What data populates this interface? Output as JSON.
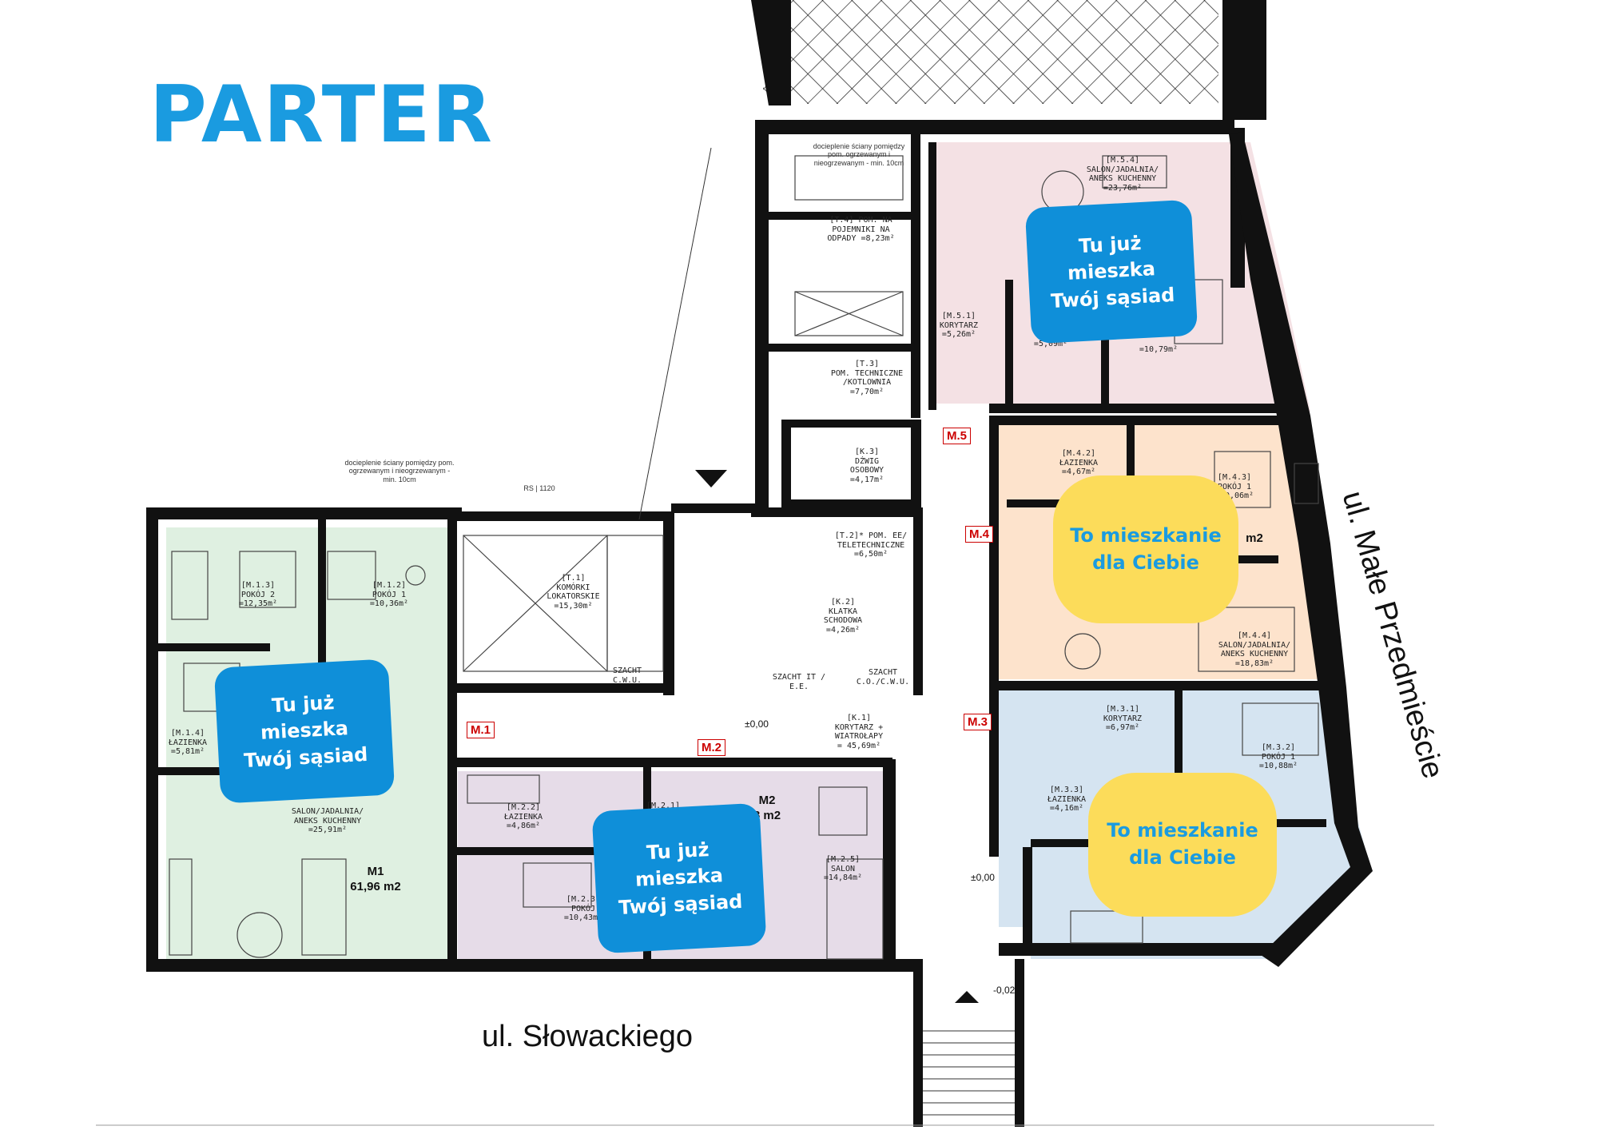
{
  "title": "PARTER",
  "streets": {
    "bottom": "ul. Słowackiego",
    "right": "ul. Małe Przedmieście"
  },
  "bubbles": {
    "neighbor": [
      "Tu już",
      "mieszka",
      "Twój sąsiad"
    ],
    "for_you": [
      "To mieszkanie",
      "dla Ciebie"
    ]
  },
  "unit_tags": {
    "m1": "M.1",
    "m2": "M.2",
    "m3": "M.3",
    "m4": "M.4",
    "m5": "M.5"
  },
  "units": {
    "m1_name": "M1",
    "m1_area": "61,96 m2",
    "m2_name": "M2",
    "m2_area_partial": "8 m2",
    "m4_area_partial": "m2"
  },
  "rooms": {
    "m13": "[M.1.3]\nPOKÓJ 2\n=12,35m²",
    "m12": "[M.1.2]\nPOKÓJ 1\n=10,36m²",
    "m14": "[M.1.4]\nŁAZIENKA\n=5,81m²",
    "m11": "SALON/JADALNIA/\nANEKS KUCHENNY\n=25,91m²",
    "t1": "[T.1]\nKOMÓRKI\nLOKATORSKIE\n=15,30m²",
    "t4": "[T.4] POM. NA\nPOJEMNIKI NA\nODPADY =8,23m²",
    "t3": "[T.3]\nPOM. TECHNICZNE\n/KOTLOWNIA\n=7,70m²",
    "k3": "[K.3]\nDŹWIG\nOSOBOWY\n=4,17m²",
    "t2": "[T.2]* POM. EE/\nTELETECHNICZNE\n=6,50m²",
    "k2": "[K.2]\nKLATKA\nSCHODOWA\n=4,26m²",
    "k1": "[K.1]\nKORYTARZ +\nWIATROŁAPY\n= 45,69m²",
    "m22": "[M.2.2]\nŁAZIENKA\n=4,86m²",
    "m21": "[M.2.1]",
    "m23": "[M.2.3]\nPOKÓJ\n=10,43m²",
    "m25": "[M.2.5]\nSALON\n=14,84m²",
    "m54": "[M.5.4]\nSALON/JADALNIA/\nANEKS KUCHENNY\n=23,76m²",
    "m51": "[M.5.1]\nKORYTARZ\n=5,26m²",
    "m52": "=5,09m²",
    "m53": "=10,79m²",
    "m42": "[M.4.2]\nŁAZIENKA\n=4,67m²",
    "m43": "[M.4.3]\nPOKÓJ 1\n=10,06m²",
    "m44": "[M.4.4]\nSALON/JADALNIA/\nANEKS KUCHENNY\n=18,83m²",
    "m31": "[M.3.1]\nKORYTARZ\n=6,97m²",
    "m32": "[M.3.2]\nPOKÓJ 1\n=10,88m²",
    "m33": "[M.3.3]\nŁAZIENKA\n=4,16m²"
  },
  "shafts": {
    "cwu": "SZACHT\nC.W.U.",
    "ite": "SZACHT IT / E.E.",
    "cocwu": "SZACHT\nC.O./C.W.U."
  },
  "notes": {
    "insulation_left": "docieplenie ściany\npomiędzy pom. ogrzewanym i\nnieogrzewanym - min. 10cm",
    "insulation_top": "docieplenie ściany\npomiędzy pom. ogrzewanym i\nnieogrzewanym - min. 10cm",
    "rs": "RS | 1120"
  },
  "levels": {
    "corridor": "±0,00",
    "entrance": "±0,00",
    "outside": "-0,02"
  },
  "colors": {
    "title": "#1a9be0",
    "m1": "#dff0e1",
    "m2": "#e6dce8",
    "m3": "#d5e4f1",
    "m4": "#fde3cc",
    "m5": "#f4e1e4",
    "bubble_blue": "#0f8fd9",
    "bubble_yellow": "#fcdc5a",
    "wall": "#111111",
    "tag_red": "#cc0000"
  }
}
